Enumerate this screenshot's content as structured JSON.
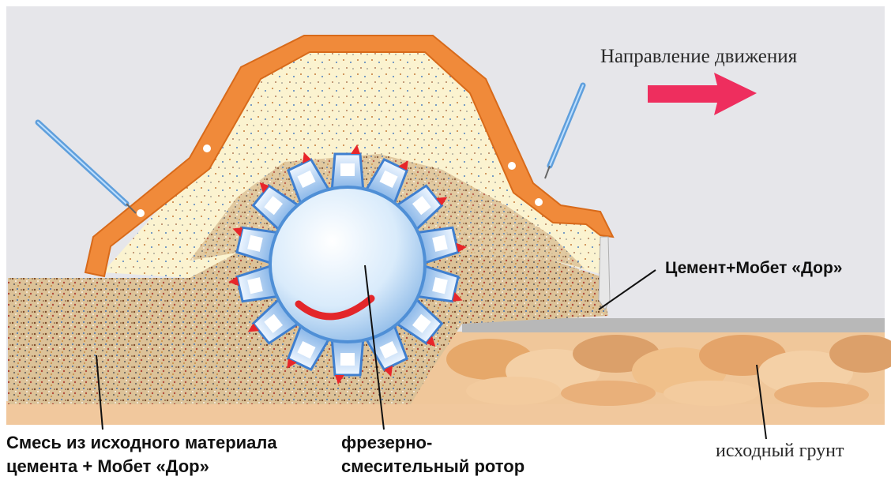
{
  "labels": {
    "direction": "Направление движения",
    "cement": "Цемент+Мобет «Дор»",
    "mix_line1": "Смесь из исходного материала",
    "mix_line2": "цемента + Мобет «Дор»",
    "rotor_line1": "фрезерно-",
    "rotor_line2": "смесительный ротор",
    "soil": "исходный грунт"
  },
  "colors": {
    "background": "#ffffff",
    "panel": "#e6e6ea",
    "housing": "#f08a3a",
    "housing_interior": "#fbf3d0",
    "mixture": "#d8b98a",
    "soil_base": "#f0c79a",
    "soil_dark": "#d08a4a",
    "rotor_body": "#cfe3f5",
    "rotor_outline": "#4f8fd6",
    "teeth_tips": "#e8262a",
    "direction_arrow": "#ee2e5e",
    "spray_nozzle": "#5f9fdc",
    "leader_lines": "#111111"
  },
  "icons": {
    "direction_arrow": "right-arrow-icon",
    "spray_nozzle_left": "spray-nozzle-icon",
    "spray_nozzle_right": "spray-nozzle-icon",
    "rotor_rotation": "rotation-arrow-icon"
  }
}
